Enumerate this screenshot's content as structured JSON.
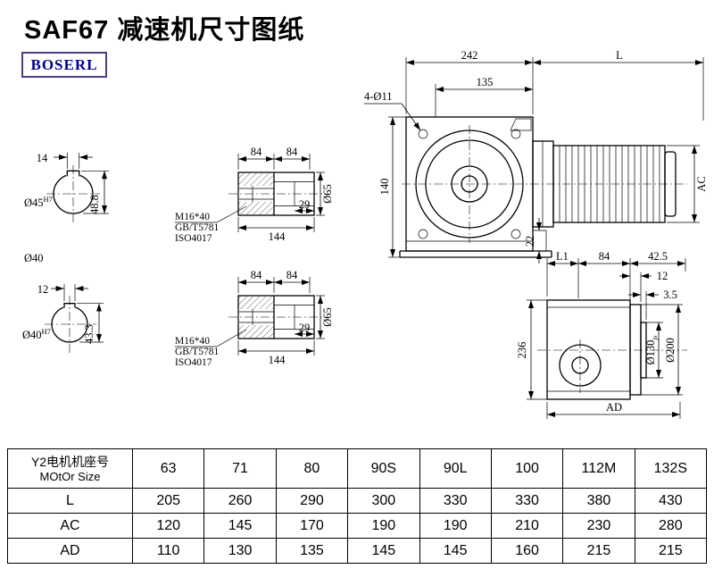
{
  "title": "SAF67 减速机尺寸图纸",
  "logo": "BOSERL",
  "left_sections": {
    "top": {
      "keyway_width": "14",
      "bore_dia": "Ø45",
      "bore_tol": "H7",
      "keyway_depth": "48.8"
    },
    "shaft_dia_label": "Ø40",
    "bottom": {
      "keyway_width": "12",
      "bore_dia": "Ø40",
      "bore_tol": "H7",
      "keyway_depth": "43.3"
    }
  },
  "hollow_shaft_top": {
    "seg1": "84",
    "seg2": "84",
    "recess": "29",
    "total_length": "144",
    "dia": "Ø65",
    "bolt": "M16*40",
    "std_gb": "GB/T5781",
    "std_iso": "ISO4017"
  },
  "hollow_shaft_bottom": {
    "seg1": "84",
    "seg2": "84",
    "recess": "29",
    "total_length": "144",
    "dia": "Ø65",
    "bolt": "M16*40",
    "std_gb": "GB/T5781",
    "std_iso": "ISO4017"
  },
  "front_view": {
    "housing_width": "242",
    "motor_length": "L",
    "flange_width": "135",
    "corner_holes": "4-Ø11",
    "center_height": "140",
    "foot_height": "22",
    "motor_dia": "AC"
  },
  "side_view": {
    "dim_l1": "L1",
    "dim_mid": "84",
    "dim_right": "42.5",
    "flange_thickness": "12",
    "spigot_thickness": "3.5",
    "total_height": "236",
    "spigot_dia": "Ø130",
    "spigot_tol": "js",
    "flange_dia": "Ø200",
    "width": "AD"
  },
  "table": {
    "header": {
      "cn": "Y2电机机座号",
      "en": "MOtOr Size"
    },
    "sizes": [
      "63",
      "71",
      "80",
      "90S",
      "90L",
      "100",
      "112M",
      "132S"
    ],
    "rows": [
      {
        "label": "L",
        "values": [
          "205",
          "260",
          "290",
          "300",
          "330",
          "330",
          "380",
          "430"
        ]
      },
      {
        "label": "AC",
        "values": [
          "120",
          "145",
          "170",
          "190",
          "190",
          "210",
          "230",
          "280"
        ]
      },
      {
        "label": "AD",
        "values": [
          "110",
          "130",
          "135",
          "145",
          "145",
          "160",
          "215",
          "215"
        ]
      }
    ]
  }
}
